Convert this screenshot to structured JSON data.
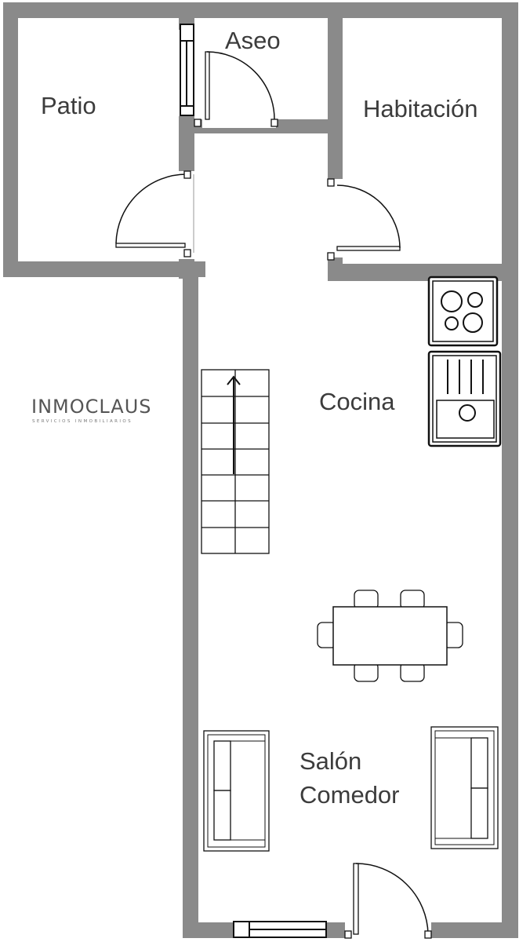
{
  "rooms": {
    "patio": "Patio",
    "aseo": "Aseo",
    "habitacion": "Habitación",
    "cocina": "Cocina",
    "salon_line1": "Salón",
    "salon_line2": "Comedor"
  },
  "logo": {
    "name": "INMOCLAUS",
    "tagline": "SERVICIOS INMOBILIARIOS"
  },
  "colors": {
    "wall": "#8a8a8a",
    "line": "#111111",
    "text": "#3c3c3c"
  }
}
